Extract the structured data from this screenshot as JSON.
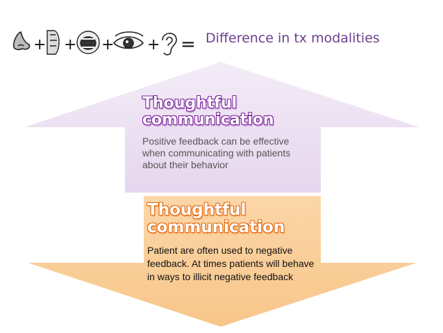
{
  "slide": {
    "title": "Difference in tx  modalities",
    "sense_icons": [
      "nose-icon",
      "hand-icon",
      "mouth-icon",
      "eye-icon",
      "ear-icon"
    ],
    "operators": [
      "+",
      "+",
      "+",
      "+",
      "="
    ]
  },
  "diagram": {
    "up_arrow": {
      "color": "#ece0f2",
      "heading_line1": "Thoughtful",
      "heading_line2": "communication",
      "text": "Positive feedback can be effective when communicating with patients about their behavior"
    },
    "down_arrow": {
      "color": "#fcd6a6",
      "heading_line1": "Thoughtful",
      "heading_line2": "communication",
      "text": "Patient are often used to negative feedback. At times patients will behave in ways to illicit negative feedback"
    }
  }
}
